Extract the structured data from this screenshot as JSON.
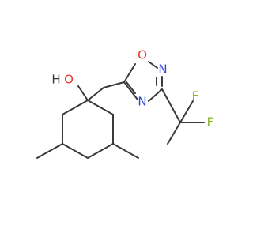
{
  "molecule": {
    "atoms": {
      "hydroxyl_h": "H",
      "hydroxyl_o": "O",
      "ring_o": "O",
      "ring_n_top": "N",
      "ring_n_bottom": "N",
      "fluorine_top": "F",
      "fluorine_bottom": "F"
    },
    "colors": {
      "bond": "#3a3a3a",
      "oxygen": "#e8352b",
      "nitrogen": "#2f48d8",
      "fluorine": "#87b51f",
      "carbon_label": "#3a3a3a"
    }
  }
}
